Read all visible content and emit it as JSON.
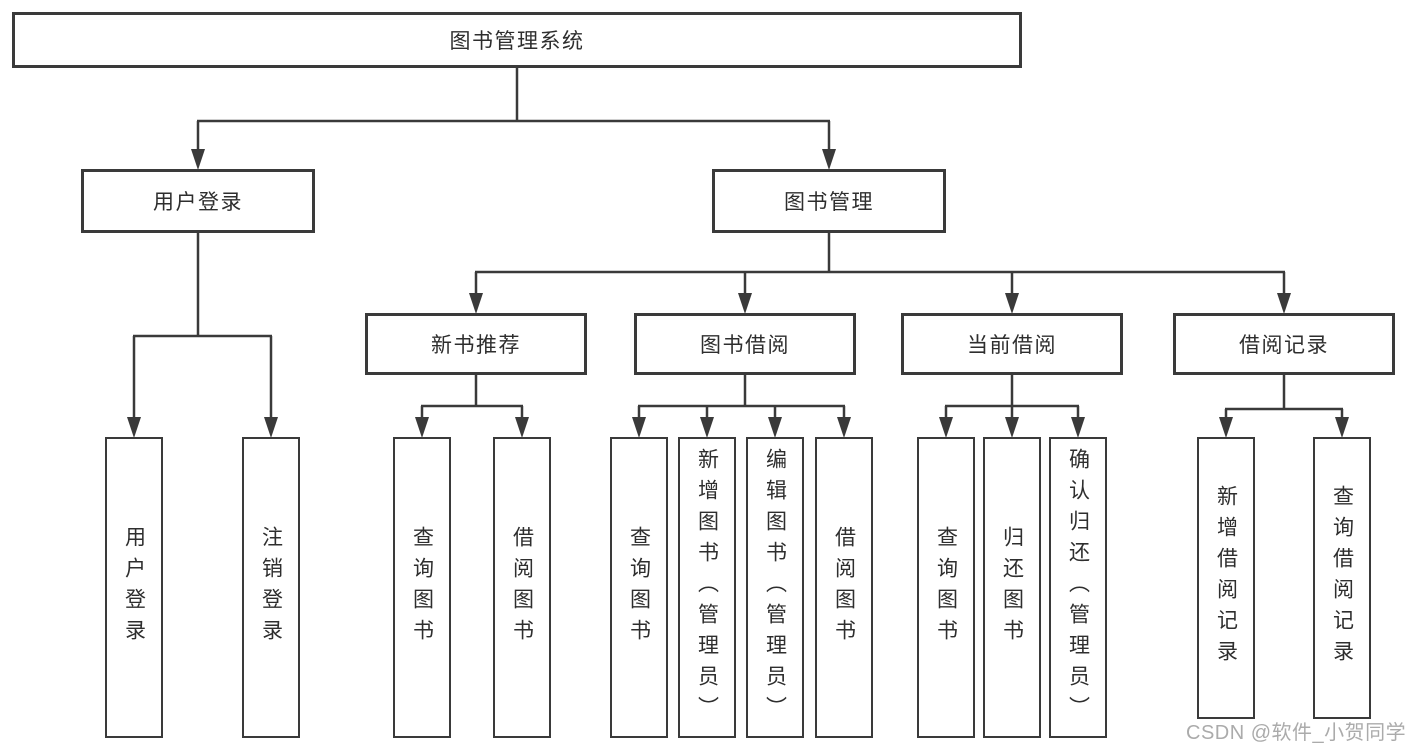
{
  "diagram": {
    "root": {
      "label": "图书管理系统"
    },
    "branches": [
      {
        "label": "用户登录"
      },
      {
        "label": "图书管理"
      }
    ],
    "modules": [
      {
        "label": "新书推荐",
        "parent": "图书管理"
      },
      {
        "label": "图书借阅",
        "parent": "图书管理"
      },
      {
        "label": "当前借阅",
        "parent": "图书管理"
      },
      {
        "label": "借阅记录",
        "parent": "图书管理"
      }
    ],
    "leaves": [
      {
        "label": "用户登录",
        "parent": "用户登录"
      },
      {
        "label": "注销登录",
        "parent": "用户登录"
      },
      {
        "label": "查询图书",
        "parent": "新书推荐"
      },
      {
        "label": "借阅图书",
        "parent": "新书推荐"
      },
      {
        "label": "查询图书",
        "parent": "图书借阅"
      },
      {
        "label": "新增图书（管理员）",
        "parent": "图书借阅"
      },
      {
        "label": "编辑图书（管理员）",
        "parent": "图书借阅"
      },
      {
        "label": "借阅图书",
        "parent": "图书借阅"
      },
      {
        "label": "查询图书",
        "parent": "当前借阅"
      },
      {
        "label": "归还图书",
        "parent": "当前借阅"
      },
      {
        "label": "确认归还（管理员）",
        "parent": "当前借阅"
      },
      {
        "label": "新增借阅记录",
        "parent": "借阅记录"
      },
      {
        "label": "查询借阅记录",
        "parent": "借阅记录"
      }
    ],
    "watermark": "CSDN @软件_小贺同学",
    "colors": {
      "line": "#3a3a3a",
      "text": "#2e2e2e",
      "box_background": "#ffffff",
      "watermark": "#ababab",
      "background": "#ffffff"
    }
  }
}
